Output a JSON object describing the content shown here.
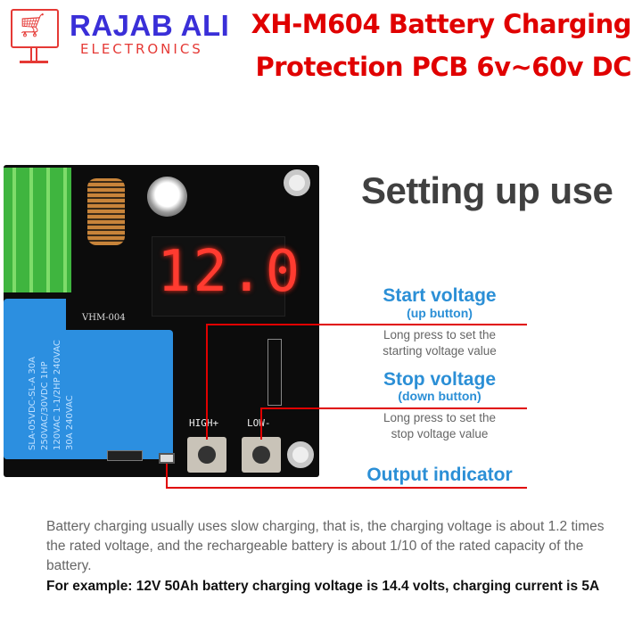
{
  "brand": {
    "name": "RAJAB ALI",
    "sub": "ELECTRONICS",
    "icon": "shopping-cart-monitor-icon",
    "color": "#3a2fd8",
    "accent": "#e53935"
  },
  "title": {
    "line1": "XH-M604 Battery Charging",
    "line2": "Protection PCB 6v~60v DC",
    "color": "#e00000"
  },
  "board": {
    "display": "12.0",
    "model": "VHM-004",
    "relay_text": "SLA-05VDC-SL-A 30A 250VAC/30VDC 1HP 120VAC 1-1/2HP 240VAC 30A 240VAC",
    "button_high": "HIGH+",
    "button_low": "LOW-"
  },
  "setup": {
    "heading": "Setting up use",
    "start": {
      "title": "Start voltage",
      "sub": "(up button)",
      "desc1": "Long press to set the",
      "desc2": "starting voltage value"
    },
    "stop": {
      "title": "Stop voltage",
      "sub": "(down button)",
      "desc1": "Long press to set the",
      "desc2": "stop voltage value"
    },
    "output": {
      "title": "Output indicator"
    },
    "label_color": "#2b8fd6"
  },
  "footer": {
    "text": "Battery charging usually uses slow charging, that is, the charging voltage is about 1.2 times the rated voltage, and the rechargeable battery is about 1/10 of the rated capacity of the battery.",
    "example": "For example: 12V 50Ah battery charging voltage is 14.4 volts, charging current is 5A"
  }
}
